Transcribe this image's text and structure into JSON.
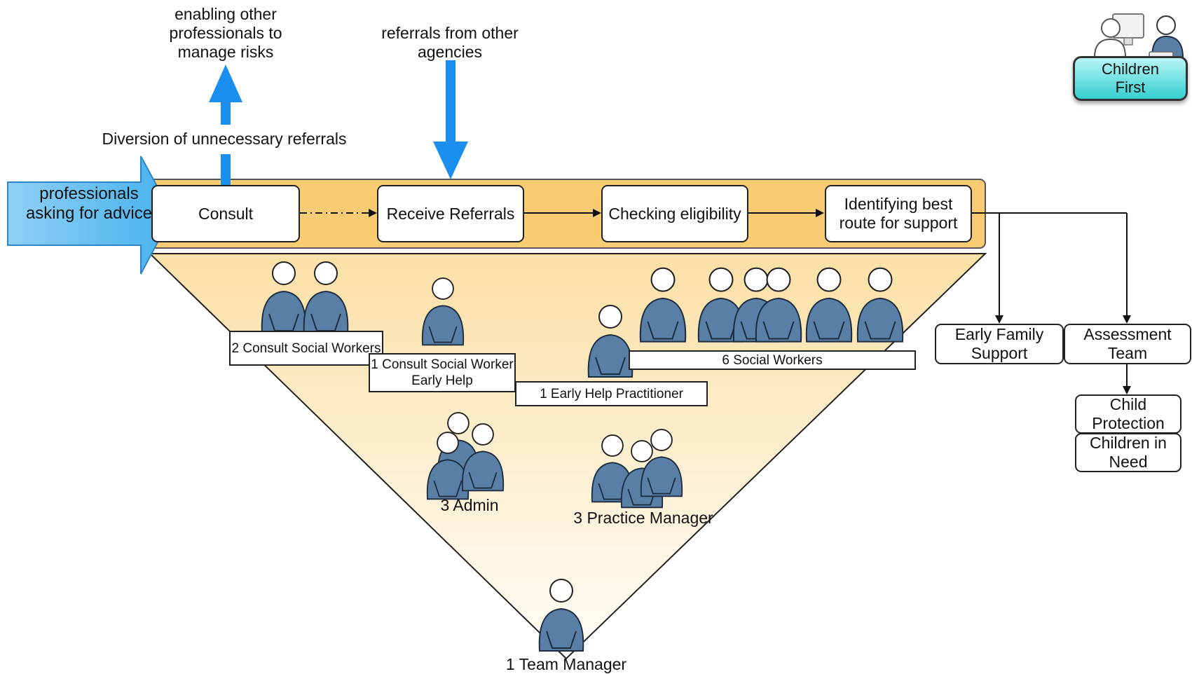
{
  "top_labels": {
    "enabling": "enabling other professionals to manage risks",
    "referrals_from": "referrals from other agencies",
    "diversion": "Diversion of unnecessary referrals"
  },
  "entry_arrow": "professionals asking for advice",
  "process_steps": [
    "Consult",
    "Receive Referrals",
    "Checking eligibility",
    "Identifying best route for support"
  ],
  "outcomes": {
    "early_family_support": "Early Family Support",
    "assessment_team": "Assessment Team",
    "child_protection": "Child Protection",
    "children_in_need": "Children in Need"
  },
  "staff": {
    "consult_social_workers": "2 Consult Social Workers",
    "consult_social_worker_eh": "1 Consult Social Worker Early Help",
    "early_help_practitioner": "1 Early Help Practitioner",
    "social_workers": "6 Social Workers",
    "admin": "3 Admin",
    "practice_manager": "3 Practice Manager",
    "team_manager": "1 Team Manager"
  },
  "logo": "Children First",
  "colors": {
    "accent_blue": "#1a8ff0",
    "band_orange": "#f9cc74",
    "person_blue": "#5a7fa6"
  }
}
